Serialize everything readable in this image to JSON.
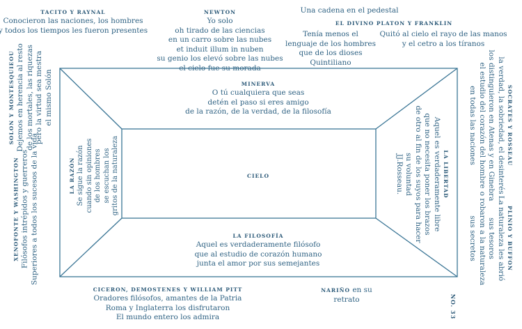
{
  "colors": {
    "ink": "#2f6283",
    "frame": "#3a7595"
  },
  "tacito": {
    "title": "TACITO Y RAYNAL",
    "lines": [
      "Conocieron las naciones, los hombres",
      "y todos los tiempos les fueron presentes"
    ]
  },
  "newton": {
    "title": "NEWTON",
    "lines": [
      "Yo solo",
      "oh tirado de las ciencias",
      "en un carro sobre las nubes",
      "et induit illum in nuben",
      "su genio los elevó sobre las nubes",
      "el cielo fue su morada"
    ]
  },
  "cadena": {
    "text": "Una cadena en el pedestal"
  },
  "platon": {
    "title": "EL DIVINO PLATON Y FRANKLIN",
    "left_lines": [
      "Tenía menos el",
      "lenguaje de los hombres",
      "que de los dioses",
      "Quintiliano"
    ],
    "right_lines": [
      "Quitó al cielo el rayo de las manos",
      "y el cetro a los tíranos"
    ]
  },
  "solon": {
    "title": "SOLON Y MONTESQUIEOU",
    "lines": [
      "Dejemos en herencia al resto",
      "de los mortales, las riquezas",
      "pero la virtud sea mestra",
      "el mismo Solón"
    ]
  },
  "xenofonte": {
    "title": "XENOFONTE Y WASHINGTON",
    "lines": [
      "Filósofos intrépidos y guerreros",
      "Superiores a todos los sucesos de la vida"
    ]
  },
  "razon": {
    "title": "LA RAZÓN",
    "lines": [
      "Se sigue la razón",
      "cuando sin opiniones",
      "de los hombres",
      "se escuchan los",
      "gritos de la naturaleza"
    ]
  },
  "minerva": {
    "title": "MINERVA",
    "lines": [
      "O tú cualquiera que seas",
      "detén el paso si eres amigo",
      "de la razón, de la verdad, de la filosofía"
    ]
  },
  "cielo": {
    "title": "CIELO"
  },
  "filosofia": {
    "title": "LA FILOSOFÍA",
    "lines": [
      "Aquel es verdaderamente filósofo",
      "que al estudio de corazón humano",
      "junta el amor por sus semejantes"
    ]
  },
  "libertad": {
    "title": "LA LIBERTAD",
    "lines": [
      "Aquel es verdaderamente libre",
      "que no necesita poner los brazos",
      "de otro al fin de los suyos para hacer",
      "su voluntad",
      "JJ.Rosseau."
    ]
  },
  "socrates": {
    "title": "SOCRATES Y ROSSEAU",
    "lines": [
      "la verdad, la sobriedad, el desinterés",
      "los distinguieron en Atenas y en Ginebra",
      "el estudio del corazón del hombre",
      "en todas las naciones"
    ]
  },
  "plinio": {
    "title": "PLINIO Y BUFFON",
    "lines": [
      "La naturaleza les abrió",
      "sus tesoros",
      "o robaron a la naturaleza",
      "sus secretos"
    ]
  },
  "ciceron": {
    "title": "CICERON, DEMOSTENES Y WILLIAM PITT",
    "lines": [
      "Oradores filósofos, amantes de la Patria",
      "Roma y Inglaterra los disfrutaron",
      "El mundo entero los admira"
    ]
  },
  "narino": {
    "title": "NARIÑO",
    "rest": "en su",
    "line2": "retrato"
  },
  "page_number": "NO. 33"
}
